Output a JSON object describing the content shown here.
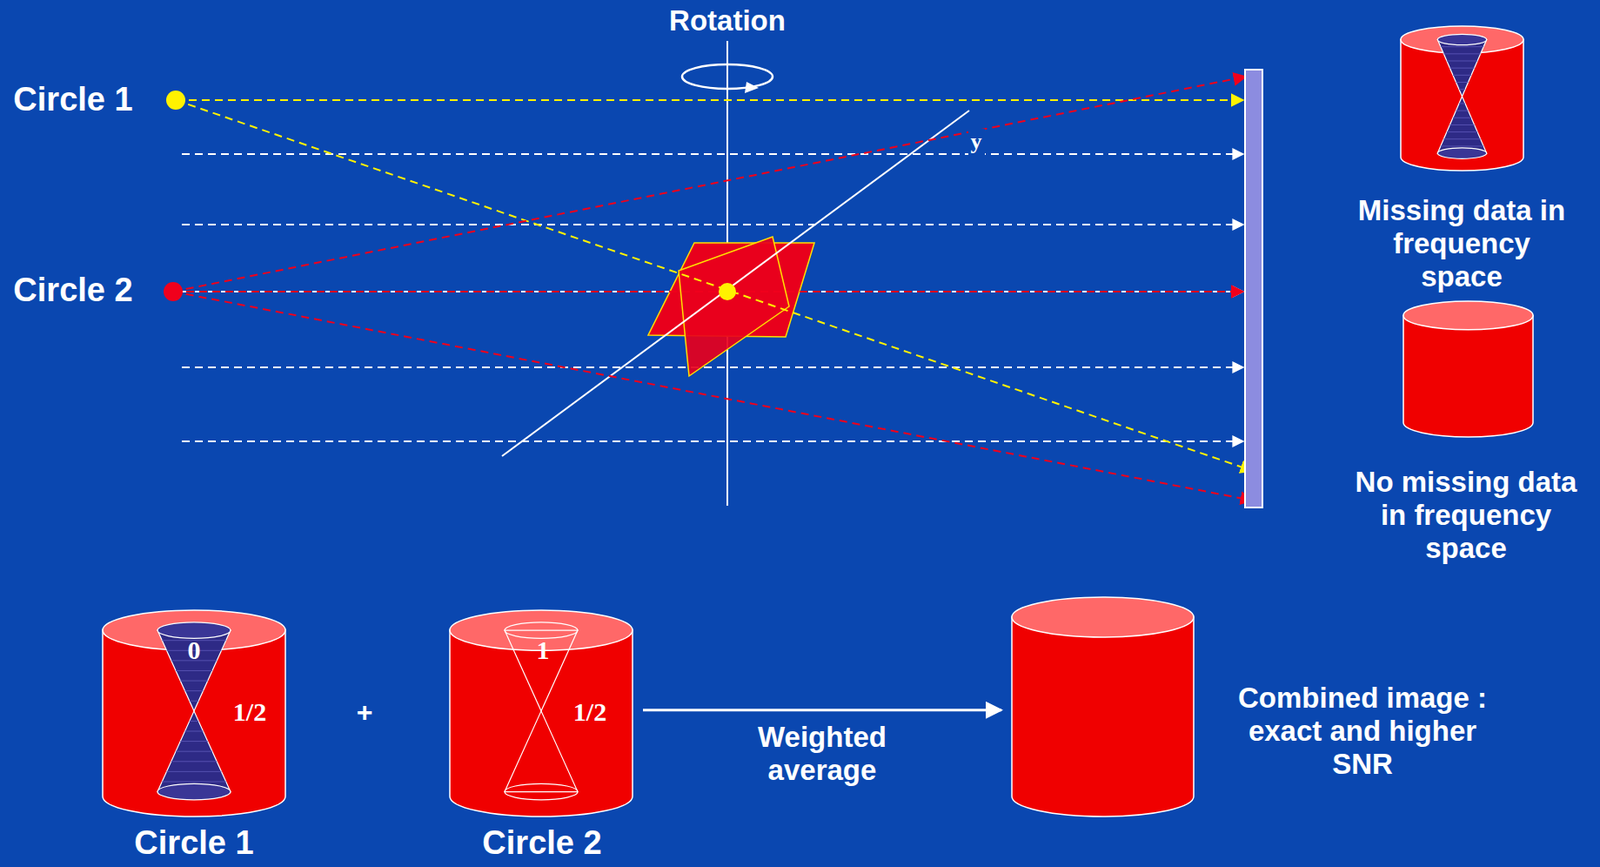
{
  "diagram": {
    "nodes": [
      {
        "text": [
          "Missing data in frequency space"
        ]
      },
      {
        "text": [
          "No missing data in frequency space"
        ]
      },
      {
        "text": [
          "0",
          "1/2",
          "Circle 1"
        ]
      },
      {
        "text": [
          "1",
          "1/2",
          "Circle 2"
        ]
      },
      {
        "text": [
          "Combined image : exact and higher SNR"
        ]
      }
    ],
    "edges": [
      {
        "from": 3,
        "to": 4,
        "arrow": "to",
        "label": "Weighted average"
      }
    ],
    "labels": [
      "Rotation",
      "Circle 1",
      "Circle 2",
      "y",
      "+"
    ]
  }
}
